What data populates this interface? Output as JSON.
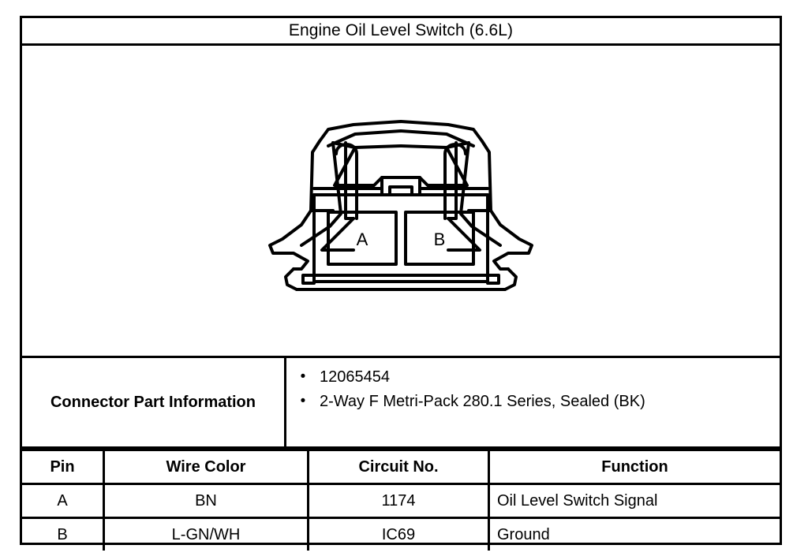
{
  "document": {
    "title": "Engine Oil Level Switch (6.6L)"
  },
  "illustration": {
    "name": "connector-face-view",
    "cavity_a_label": "A",
    "cavity_b_label": "B"
  },
  "connector_part_information": {
    "label": "Connector Part Information",
    "bullet_glyph": "•",
    "items": [
      "12065454",
      "2-Way F Metri-Pack 280.1 Series, Sealed (BK)"
    ]
  },
  "pin_table": {
    "headers": [
      "Pin",
      "Wire Color",
      "Circuit No.",
      "Function"
    ],
    "rows": [
      {
        "pin": "A",
        "wire_color": "BN",
        "circuit_no": "1174",
        "function": "Oil Level Switch Signal"
      },
      {
        "pin": "B",
        "wire_color": "L-GN/WH",
        "circuit_no": "IC69",
        "function": "Ground"
      }
    ]
  },
  "colors": {
    "ink": "#000000",
    "paper": "#ffffff"
  }
}
